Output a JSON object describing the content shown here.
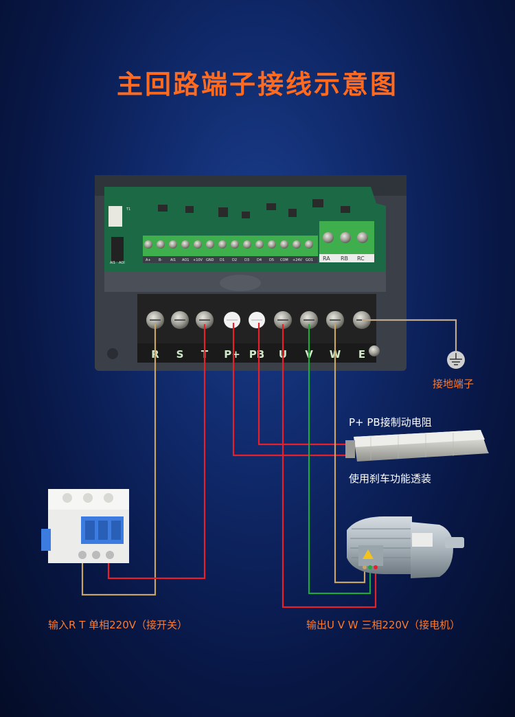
{
  "title": "主回路端子接线示意图",
  "terminals": [
    "R",
    "S",
    "T",
    "P+",
    "PB",
    "U",
    "V",
    "W",
    "E"
  ],
  "control_terminals": [
    "A+",
    "B-",
    "AI1",
    "AO1",
    "+10V",
    "GND",
    "D1",
    "D2",
    "D3",
    "D4",
    "D5",
    "COM",
    "+24V",
    "GO1"
  ],
  "relay_terminals": [
    "RA",
    "RB",
    "RC"
  ],
  "board_marks": [
    "T1",
    "AI1",
    "AOI"
  ],
  "labels": {
    "ground": "接地端子",
    "resistor_top": "P+  PB接制动电阻",
    "resistor_bottom": "使用刹车功能透装",
    "input": "输入R T 单相220V（接开关）",
    "output": "输出U V W 三相220V（接电机）"
  },
  "colors": {
    "title": "#ff6a1e",
    "label": "#ff7a2a",
    "wire_red": "#e8202a",
    "wire_tan": "#c8a468",
    "wire_green": "#1fa83a",
    "wire_ground": "#bfa890"
  }
}
